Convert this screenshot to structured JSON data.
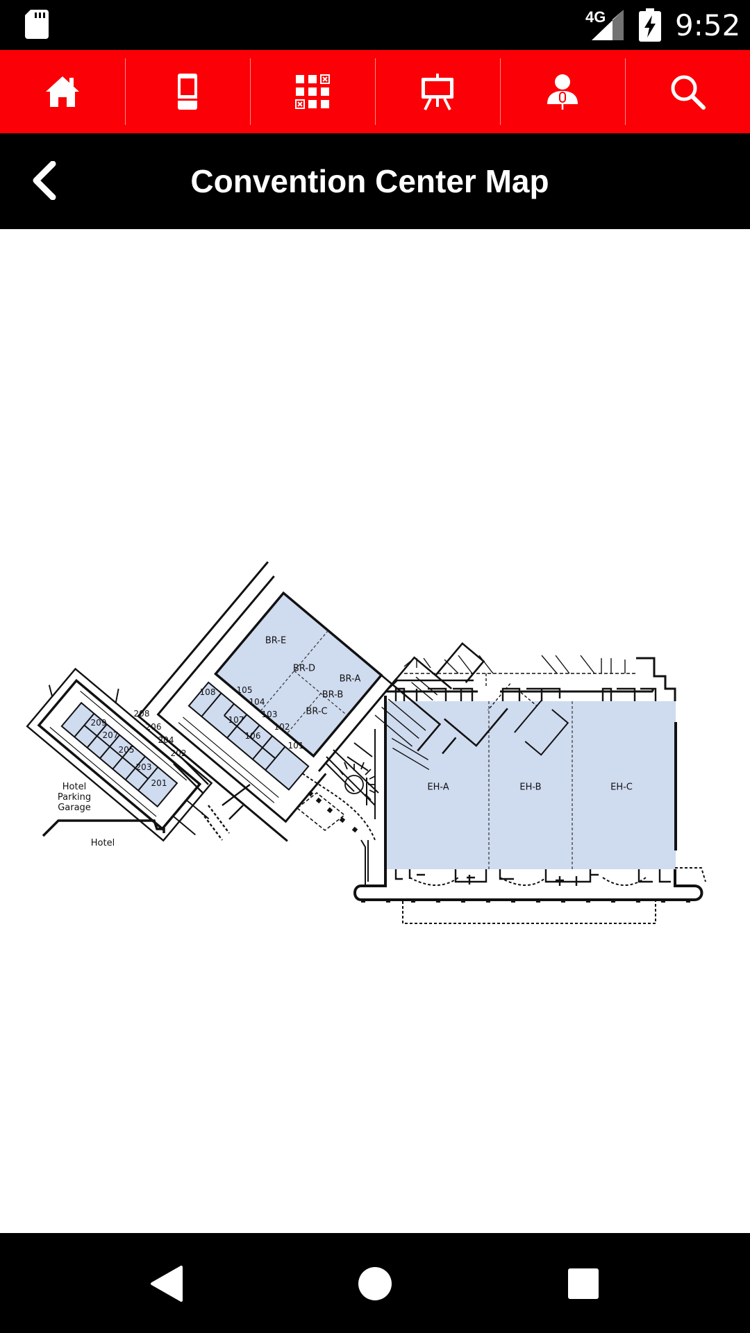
{
  "status_bar": {
    "network": "4G",
    "time": "9:52"
  },
  "nav": {
    "items": [
      {
        "icon": "home-icon"
      },
      {
        "icon": "phone-icon"
      },
      {
        "icon": "grid-icon"
      },
      {
        "icon": "presentation-icon"
      },
      {
        "icon": "speaker-icon"
      },
      {
        "icon": "search-icon"
      }
    ],
    "accent": "#fb0006"
  },
  "header": {
    "title": "Convention Center Map"
  },
  "map": {
    "rooms": {
      "br_e": "BR-E",
      "br_d": "BR-D",
      "br_a": "BR-A",
      "br_b": "BR-B",
      "br_c": "BR-C",
      "r108": "108",
      "r105": "105",
      "r104": "104",
      "r103": "103",
      "r107": "107",
      "r102": "102",
      "r106": "106",
      "r101": "101",
      "r208": "208",
      "r209": "209",
      "r206": "206",
      "r207": "207",
      "r204": "204",
      "r205": "205",
      "r202": "202",
      "r203": "203",
      "r201": "201",
      "eh_a": "EH-A",
      "eh_b": "EH-B",
      "eh_c": "EH-C"
    },
    "labels": {
      "hotel_parking_line1": "Hotel",
      "hotel_parking_line2": "Parking",
      "hotel_parking_line3": "Garage",
      "hotel": "Hotel"
    },
    "room_fill": "#cfdbef"
  }
}
